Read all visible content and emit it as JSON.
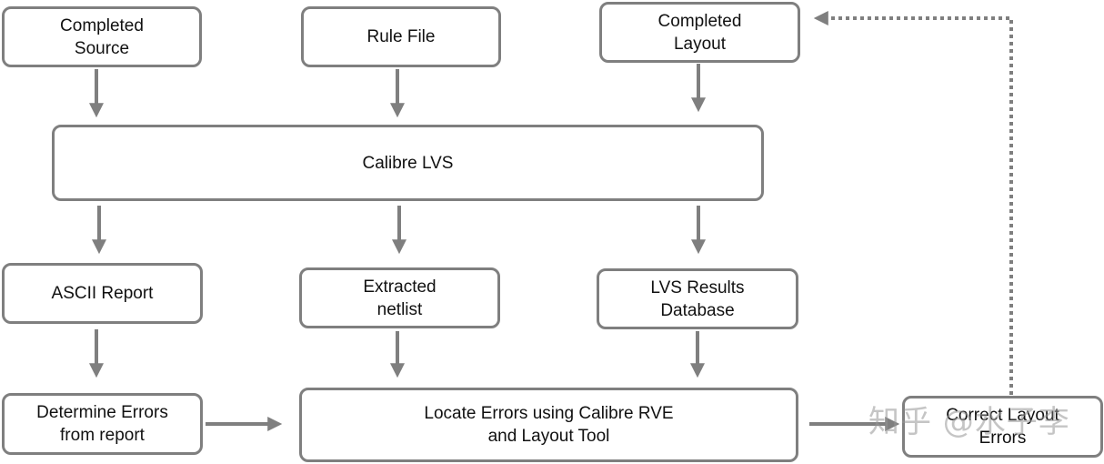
{
  "nodes": {
    "completed_source": "Completed\nSource",
    "rule_file": "Rule File",
    "completed_layout": "Completed\nLayout",
    "calibre_lvs": "Calibre LVS",
    "ascii_report": "ASCII Report",
    "extracted_netlist": "Extracted\nnetlist",
    "lvs_results_database": "LVS Results\nDatabase",
    "determine_errors": "Determine Errors\nfrom report",
    "locate_errors": "Locate Errors using Calibre RVE\nand Layout Tool",
    "correct_layout_errors": "Correct Layout\nErrors"
  },
  "watermark": "知乎 @水子李",
  "colors": {
    "stroke": "#7f7f7f",
    "text": "#111111"
  }
}
